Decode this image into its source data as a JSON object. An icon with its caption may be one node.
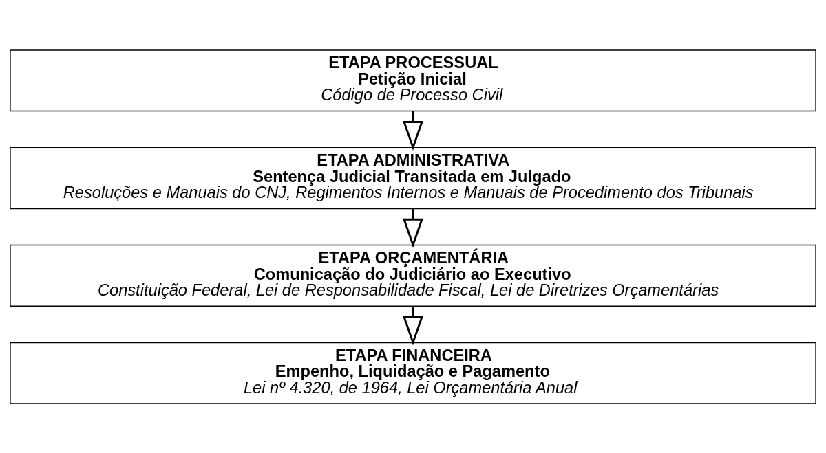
{
  "diagram": {
    "nodes": [
      {
        "text": [
          "ETAPA PROCESSUAL",
          "Petição Inicial",
          "Código de Processo Civil"
        ]
      },
      {
        "text": [
          "ETAPA ADMINISTRATIVA",
          "Sentença Judicial Transitada em Julgado",
          "Resoluções e Manuais do CNJ, Regimentos Internos e Manuais de Procedimento dos Tribunais"
        ]
      },
      {
        "text": [
          "ETAPA ORÇAMENTÁRIA",
          "Comunicação do Judiciário ao Executivo",
          "Constituição Federal, Lei de Responsabilidade Fiscal, Lei de Diretrizes Orçamentárias"
        ]
      },
      {
        "text": [
          "ETAPA FINANCEIRA",
          "Empenho, Liquidação e Pagamento",
          "Lei nº 4.320, de 1964, Lei Orçamentária Anual"
        ]
      }
    ],
    "edges": [
      {
        "from": 0,
        "to": 1,
        "arrow": "to"
      },
      {
        "from": 1,
        "to": 2,
        "arrow": "to"
      },
      {
        "from": 2,
        "to": 3,
        "arrow": "to"
      }
    ]
  }
}
